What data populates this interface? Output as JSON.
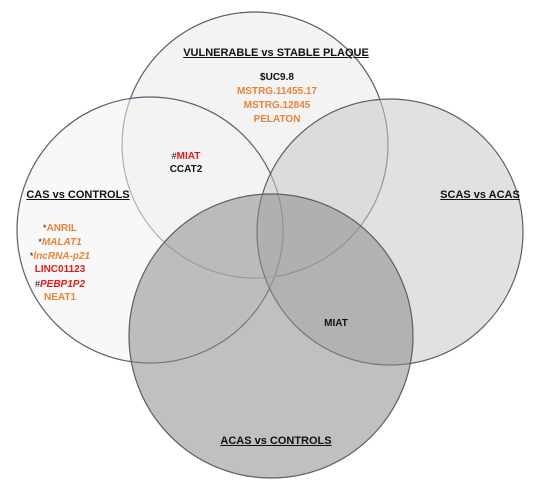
{
  "sets": {
    "vulnerable": {
      "label": "VULNERABLE  vs STABLE PLAQUE",
      "fill": "#e9e9e9"
    },
    "cas": {
      "label": "CAS vs CONTROLS",
      "fill": "#f2f2f2"
    },
    "scas": {
      "label": "SCAS vs ACAS",
      "fill": "#c9c9c9"
    },
    "acas": {
      "label": "ACAS vs CONTROLS",
      "fill": "#8c8c8c"
    }
  },
  "vulnerable_only": [
    {
      "text": "$UC9.8",
      "color": "#111111"
    },
    {
      "text": "MSTRG.11455.17",
      "color": "#e8833a"
    },
    {
      "text": "MSTRG.12845",
      "color": "#e8833a"
    },
    {
      "text": "PELATON",
      "color": "#e8833a"
    }
  ],
  "vulnerable_cas": [
    {
      "mark": "#",
      "text": "MIAT",
      "color": "#e01b1b"
    },
    {
      "text": "CCAT2",
      "color": "#111111"
    }
  ],
  "cas_only": [
    {
      "mark": "*",
      "text": "ANRIL",
      "color": "#e8833a"
    },
    {
      "mark": "*",
      "text": "MALAT1",
      "color": "#e8833a",
      "italic": true
    },
    {
      "mark": "*",
      "text": "lncRNA-p21",
      "color": "#e8833a",
      "italic": true
    },
    {
      "text": "LINC01123",
      "color": "#e01b1b"
    },
    {
      "mark": "#",
      "text": "PEBP1P2",
      "color": "#e01b1b",
      "italic": true
    },
    {
      "text": "NEAT1",
      "color": "#e8833a"
    }
  ],
  "scas_acas": [
    {
      "text": "MIAT",
      "color": "#111111"
    }
  ]
}
